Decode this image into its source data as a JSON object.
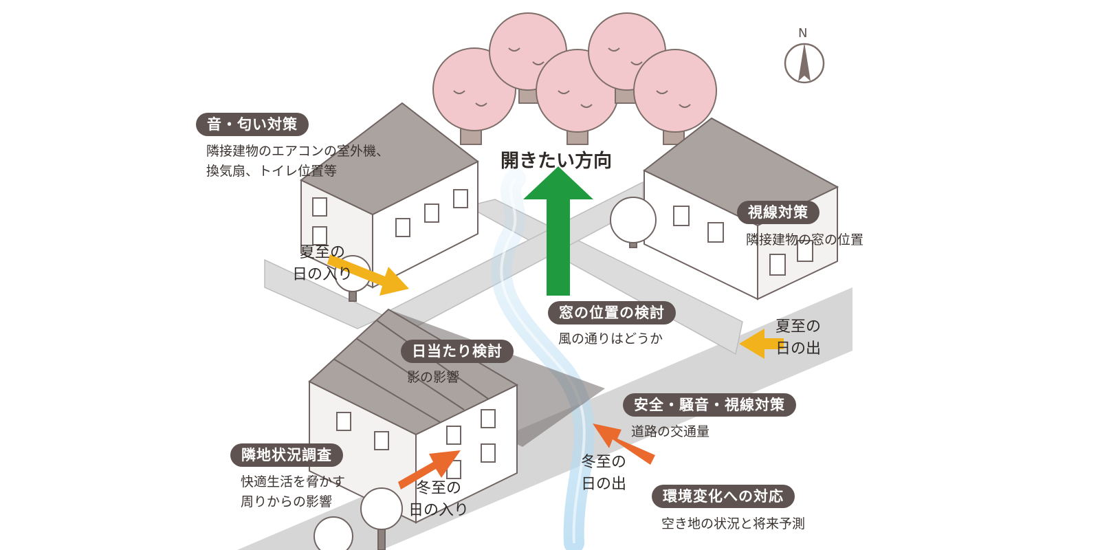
{
  "compass": {
    "north_label": "N"
  },
  "direction": {
    "label": "開きたい方向"
  },
  "callouts": [
    {
      "id": "sound",
      "title": "音・匂い対策",
      "lines": [
        "隣接建物のエアコンの室外機、",
        "換気扇、トイレ位置等"
      ]
    },
    {
      "id": "gaze",
      "title": "視線対策",
      "lines": [
        "隣接建物の窓の位置"
      ]
    },
    {
      "id": "window",
      "title": "窓の位置の検討",
      "lines": [
        "風の通りはどうか"
      ]
    },
    {
      "id": "sunlight",
      "title": "日当たり検討",
      "lines": [
        "影の影響"
      ]
    },
    {
      "id": "safety",
      "title": "安全・騒音・視線対策",
      "lines": [
        "道路の交通量"
      ]
    },
    {
      "id": "neighbor",
      "title": "隣地状況調査",
      "lines": [
        "快適生活を脅かす",
        "周りからの影響"
      ]
    },
    {
      "id": "environment",
      "title": "環境変化への対応",
      "lines": [
        "空き地の状況と将来予測"
      ]
    }
  ],
  "sun_labels": {
    "summer_sunset": [
      "夏至の",
      "日の入り"
    ],
    "summer_sunrise": [
      "夏至の",
      "日の出"
    ],
    "winter_sunrise": [
      "冬至の",
      "日の出"
    ],
    "winter_sunset": [
      "冬至の",
      "日の入り"
    ]
  },
  "colors": {
    "pill": "#5e5350",
    "summer_arrow": "#f2b21b",
    "winter_arrow": "#ea6a2e",
    "direction_arrow": "#1f9a3f",
    "wind": "#b7dcf2",
    "blossom": "#f3c8cc",
    "road": "#d6d6d6",
    "roof": "#aba3a0"
  }
}
